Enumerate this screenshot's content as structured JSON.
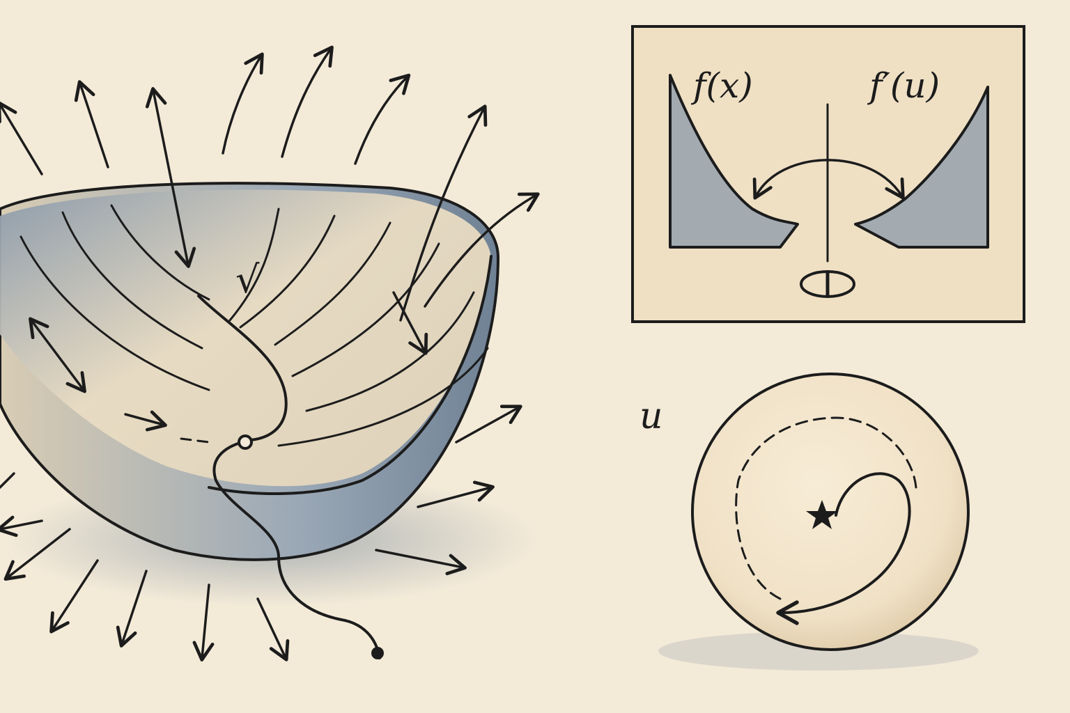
{
  "labels": {
    "bowl_symbol": "√",
    "fx": "f(x)",
    "fpu": "f′(u)",
    "u": "u"
  },
  "colors": {
    "paper": "#f3ead8",
    "ink": "#1c1c1c",
    "wash_blue": "#6f8194",
    "wash_light": "#e8dcc4",
    "inset_fill": "#efe0c4"
  },
  "icons": {
    "star": "star-icon",
    "small_ellipse": "ellipse-mark-icon"
  }
}
